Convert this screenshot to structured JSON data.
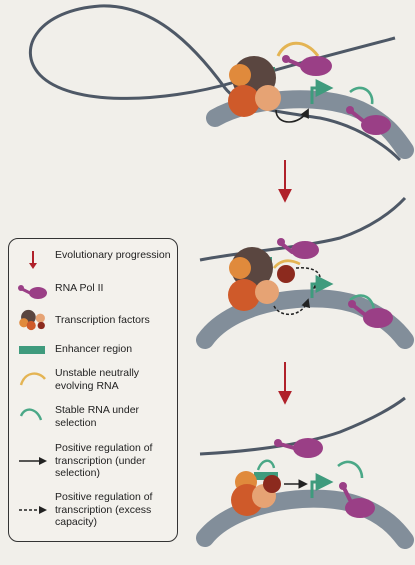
{
  "legend": {
    "items": [
      {
        "key": "evolution",
        "label": "Evolutionary progression",
        "icon": "red-down-arrow-icon"
      },
      {
        "key": "polii",
        "label": "RNA Pol II",
        "icon": "rna-pol-ii-icon"
      },
      {
        "key": "tf",
        "label": "Transcription factors",
        "icon": "transcription-factors-icon"
      },
      {
        "key": "enhancer",
        "label": "Enhancer region",
        "icon": "enhancer-region-icon"
      },
      {
        "key": "unstable",
        "label": "Unstable neutrally evolving RNA",
        "icon": "unstable-rna-icon"
      },
      {
        "key": "stable",
        "label": "Stable RNA under selection",
        "icon": "stable-rna-icon"
      },
      {
        "key": "pos_solid",
        "label": "Positive regulation of transcription (under selection)",
        "icon": "solid-arrow-icon"
      },
      {
        "key": "pos_dashed",
        "label": "Positive regulation of transcription (excess capacity)",
        "icon": "dashed-arrow-icon"
      }
    ]
  },
  "colors": {
    "dna_strand": "#6f7c8c",
    "dna_outline": "#4e5866",
    "evolution_arrow": "#b0212a",
    "pol_ii": "#9a3f86",
    "tf_dark": "#5a4640",
    "tf_orange": "#e08a3c",
    "tf_red_orange": "#cf5a2a",
    "tf_peach": "#e6a374",
    "tf_dark_red": "#8c2a1e",
    "enhancer": "#3f9b7d",
    "unstable_rna": "#e4b453",
    "stable_rna": "#4aa887",
    "arrow": "#222222",
    "legend_border": "#333333",
    "background": "#f1efea"
  }
}
